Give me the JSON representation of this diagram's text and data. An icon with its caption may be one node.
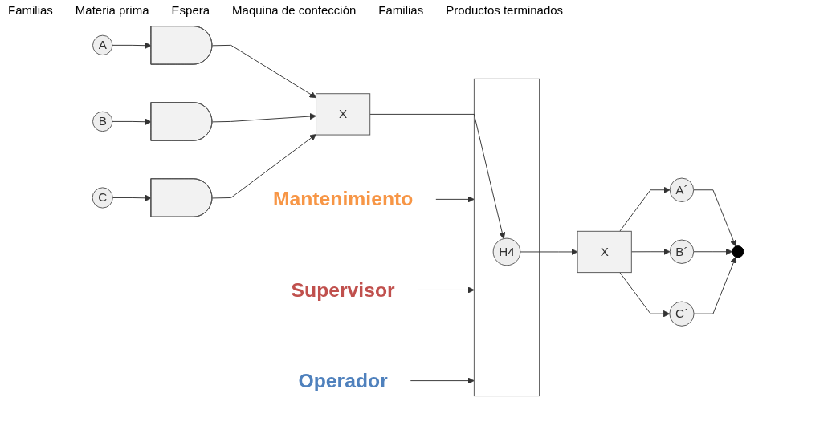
{
  "diagram": {
    "nodes": [
      {
        "text": [
          "A"
        ]
      },
      {
        "text": [
          "B"
        ]
      },
      {
        "text": [
          "C"
        ]
      },
      {
        "text": [],
        "shape": "delay"
      },
      {
        "text": [],
        "shape": "delay"
      },
      {
        "text": [],
        "shape": "delay"
      },
      {
        "text": [
          "X"
        ]
      },
      {
        "text": [
          "Mantenimiento"
        ]
      },
      {
        "text": [
          "Supervisor"
        ]
      },
      {
        "text": [
          "Operador"
        ]
      },
      {
        "text": [],
        "shape": "box"
      },
      {
        "text": [
          "H4"
        ],
        "in": 10
      },
      {
        "text": [
          "X"
        ]
      },
      {
        "text": [
          "A´"
        ]
      },
      {
        "text": [
          "B´"
        ]
      },
      {
        "text": [
          "C´"
        ]
      },
      {
        "text": [],
        "shape": "circle"
      }
    ],
    "edges": [
      {
        "from": 0,
        "to": 3,
        "arrow": "to"
      },
      {
        "from": 1,
        "to": 4,
        "arrow": "to"
      },
      {
        "from": 2,
        "to": 5,
        "arrow": "to"
      },
      {
        "from": 3,
        "to": 6,
        "arrow": "to"
      },
      {
        "from": 4,
        "to": 6,
        "arrow": "to"
      },
      {
        "from": 5,
        "to": 6,
        "arrow": "to"
      },
      {
        "from": 6,
        "to": 11,
        "arrow": "to"
      },
      {
        "from": 7,
        "to": 10,
        "arrow": "to"
      },
      {
        "from": 8,
        "to": 10,
        "arrow": "to"
      },
      {
        "from": 9,
        "to": 10,
        "arrow": "to"
      },
      {
        "from": 11,
        "to": 12,
        "arrow": "to"
      },
      {
        "from": 12,
        "to": 13,
        "arrow": "to"
      },
      {
        "from": 12,
        "to": 14,
        "arrow": "to"
      },
      {
        "from": 12,
        "to": 15,
        "arrow": "to"
      },
      {
        "from": 13,
        "to": 16,
        "arrow": "to"
      },
      {
        "from": 14,
        "to": 16,
        "arrow": "to"
      },
      {
        "from": 15,
        "to": 16,
        "arrow": "to"
      }
    ],
    "labels": [
      "Familias",
      "Materia prima",
      "Espera",
      "Maquina de confección",
      "Familias",
      "Productos terminados"
    ]
  }
}
